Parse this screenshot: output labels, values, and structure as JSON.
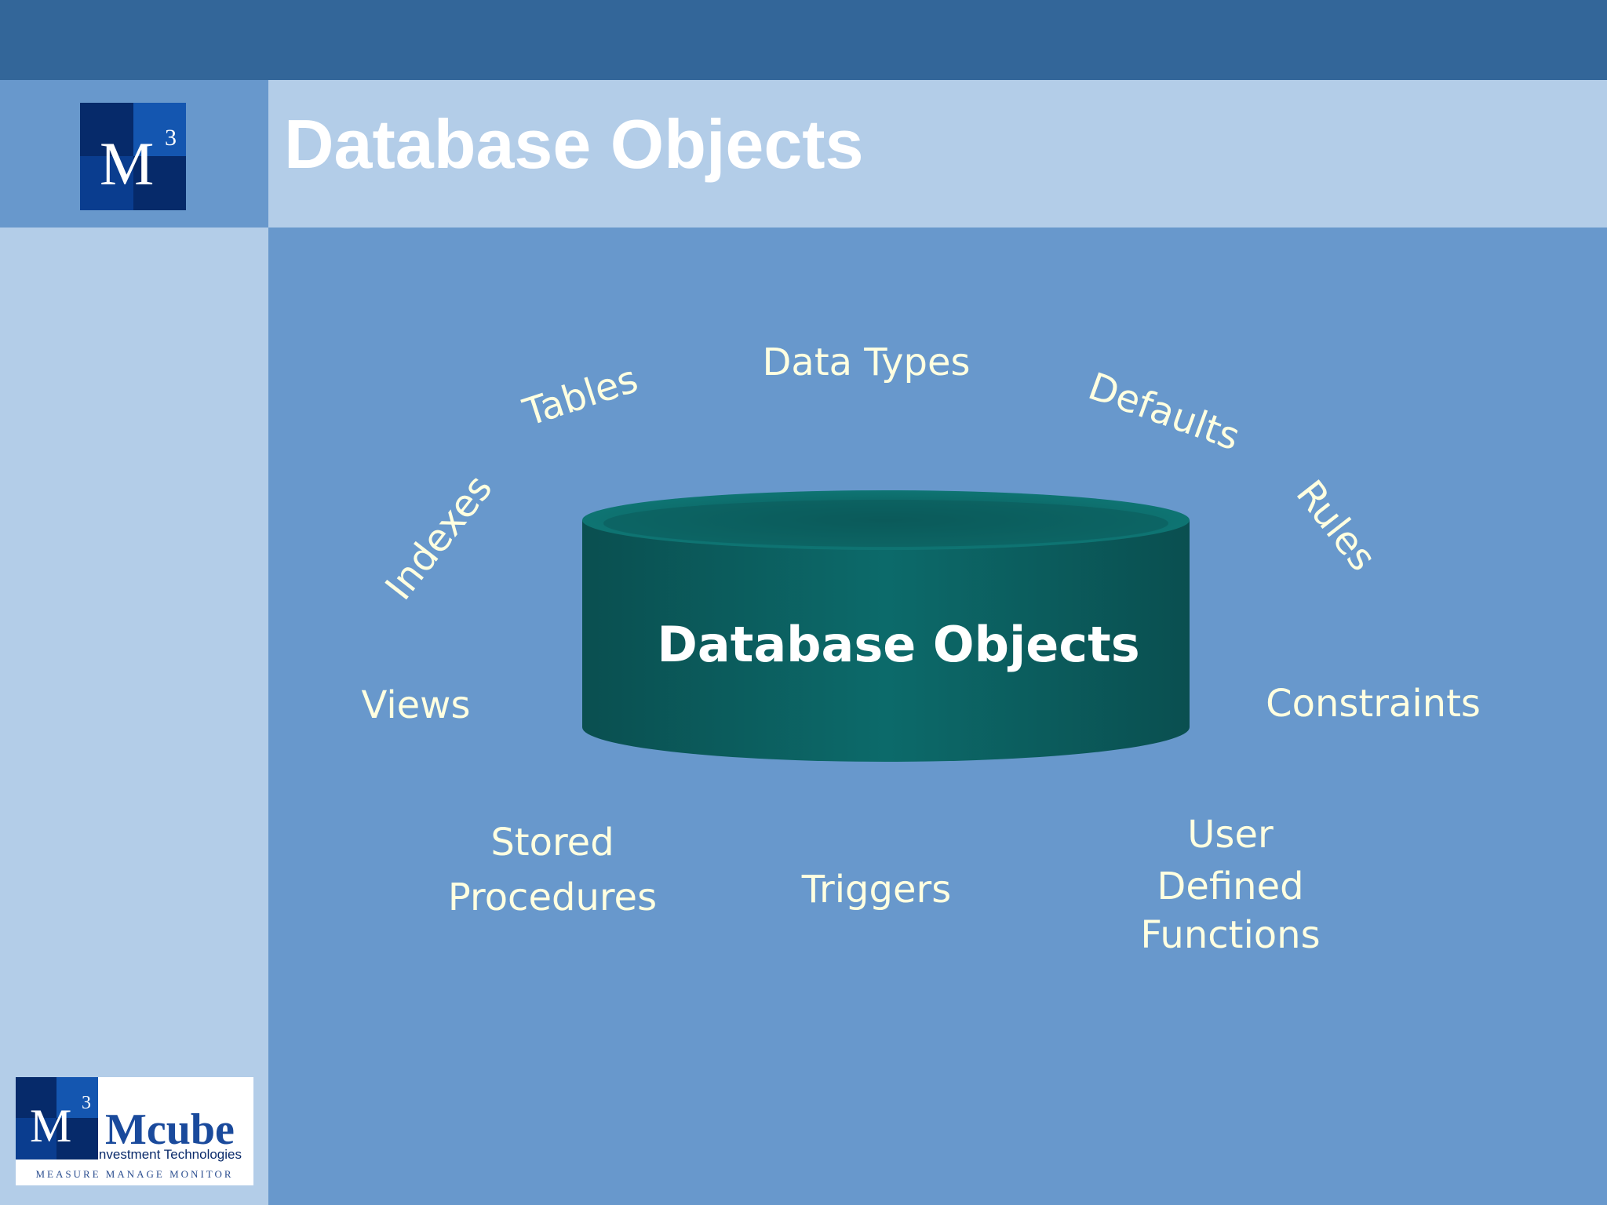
{
  "slide": {
    "title": "Database Objects"
  },
  "diagram": {
    "center_label": "Database Objects",
    "items": [
      {
        "id": "tables",
        "label": "Tables"
      },
      {
        "id": "data-types",
        "label": "Data Types"
      },
      {
        "id": "defaults",
        "label": "Defaults"
      },
      {
        "id": "rules",
        "label": "Rules"
      },
      {
        "id": "indexes",
        "label": "Indexes"
      },
      {
        "id": "views",
        "label": "Views"
      },
      {
        "id": "constraints",
        "label": "Constraints"
      },
      {
        "id": "stored-procedures",
        "lines": [
          "Stored",
          "Procedures"
        ]
      },
      {
        "id": "triggers",
        "label": "Triggers"
      },
      {
        "id": "user-defined-functions",
        "lines": [
          "User",
          "Defined",
          "Functions"
        ]
      }
    ]
  },
  "branding": {
    "logo_mark": "M3",
    "company": "Mcube",
    "company_sub": "Investment Technologies",
    "tagline": "MEASURE  MANAGE  MONITOR"
  },
  "colors": {
    "top_bar": "#336699",
    "background": "#6898cc",
    "band": "#b3cde8",
    "cylinder": "#0b5e5e",
    "label_text": "#ffffe0"
  },
  "icons": [
    "database-cylinder-icon",
    "m3-logo-icon"
  ]
}
